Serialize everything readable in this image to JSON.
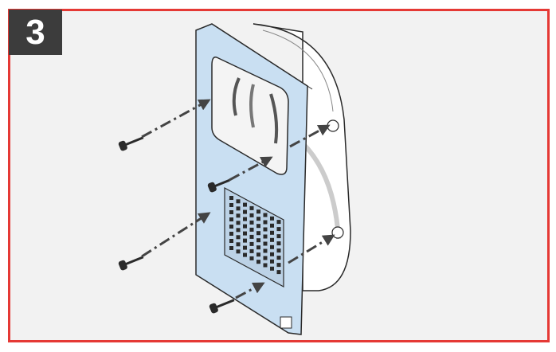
{
  "step": {
    "number": "3"
  },
  "colors": {
    "frame_border": "#e53935",
    "background": "#f2f2f2",
    "badge_background": "#3c3c3c",
    "plate": "#c9dff2",
    "plate_outline": "#2a2a2a",
    "box": "#ffffff"
  },
  "illustration": {
    "subject": "wall-plate-mounting",
    "screw_count": 4,
    "arrow_count": 6
  }
}
